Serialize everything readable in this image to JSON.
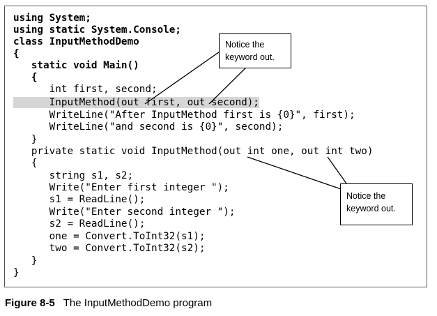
{
  "code_lines": [
    "using System;",
    "using static System.Console;",
    "class InputMethodDemo",
    "{",
    "   static void Main()",
    "   {",
    "      int first, second;",
    "      InputMethod(out first, out second);",
    "      WriteLine(\"After InputMethod first is {0}\", first);",
    "      WriteLine(\"and second is {0}\", second);",
    "   }",
    "   private static void InputMethod(out int one, out int two)",
    "   {",
    "      string s1, s2;",
    "      Write(\"Enter first integer \");",
    "      s1 = ReadLine();",
    "      Write(\"Enter second integer \");",
    "      s2 = ReadLine();",
    "      one = Convert.ToInt32(s1);",
    "      two = Convert.ToInt32(s2);",
    "   }",
    "}"
  ],
  "highlighted_line_index": 7,
  "callouts": [
    {
      "text": "Notice the\nkeyword out."
    },
    {
      "text": "Notice the\nkeyword out."
    }
  ],
  "caption": {
    "figure_number": "Figure 8-5",
    "title": "The InputMethodDemo program"
  },
  "colors": {
    "highlight": "#d6d6d6",
    "border": "#555555"
  }
}
